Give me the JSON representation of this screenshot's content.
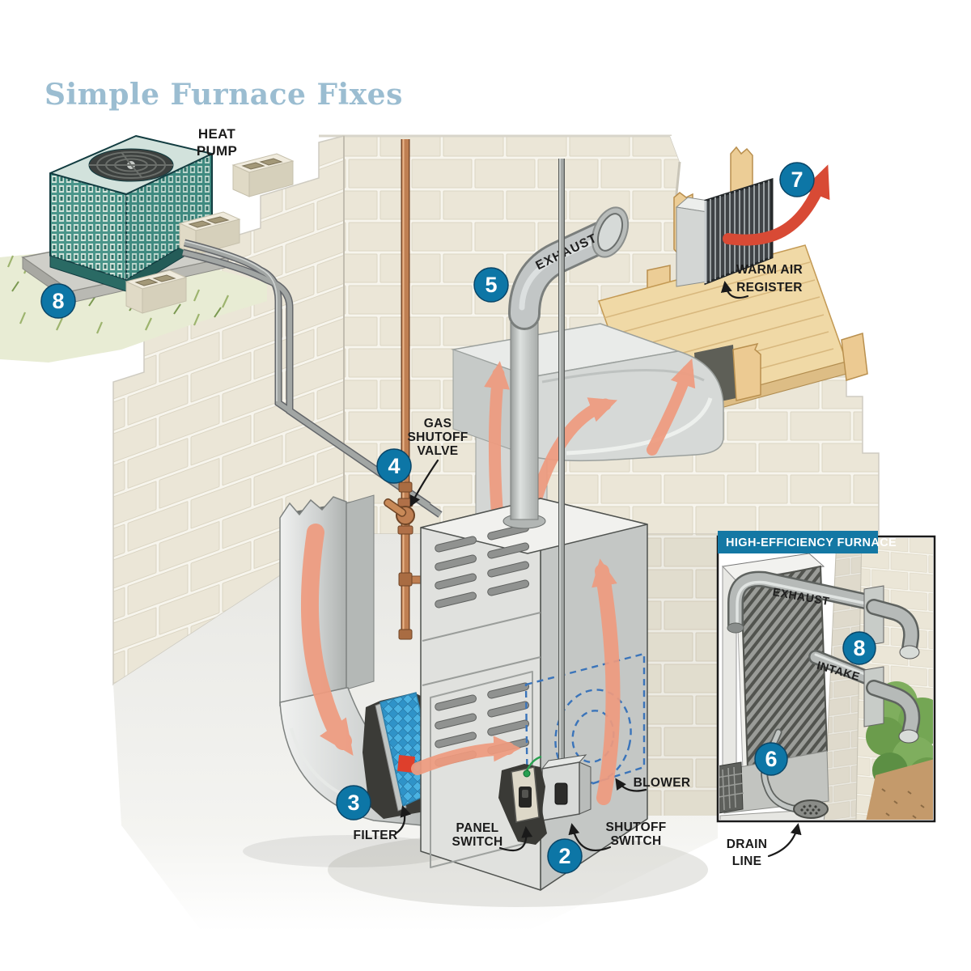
{
  "title": "Simple Furnace Fixes",
  "labels": {
    "heat_pump": [
      "HEAT",
      "PUMP"
    ],
    "gas_shutoff_valve": [
      "GAS",
      "SHUTOFF",
      "VALVE"
    ],
    "exhaust_pipe": "EXHAUST",
    "warm_air_register": [
      "WARM AIR",
      "REGISTER"
    ],
    "filter": "FILTER",
    "panel_switch": [
      "PANEL",
      "SWITCH"
    ],
    "shutoff_switch": [
      "SHUTOFF",
      "SWITCH"
    ],
    "blower": "BLOWER",
    "drain_line": [
      "DRAIN",
      "LINE"
    ]
  },
  "callouts": {
    "shutoff_switch": "2",
    "filter": "3",
    "gas_shutoff_valve": "4",
    "exhaust_flue": "5",
    "drain_line": "6",
    "warm_air_register": "7",
    "heat_pump": "8",
    "high_efficiency_pipes": "8"
  },
  "inset": {
    "title": "HIGH-EFFICIENCY FURNACE",
    "exhaust_label": "EXHAUST",
    "intake_label": "INTAKE"
  },
  "colors": {
    "callout_blue": "#0d76a6",
    "banner_blue": "#1478a4",
    "title_blue": "#9bbdd1",
    "air_arrow_salmon": "#ef9b7f",
    "hot_air_red": "#d84a35",
    "filter_blue": "#49b4e4",
    "copper_pipe": "#c08050",
    "heat_pump_teal": "#4a958a",
    "wall_block": "#ebe6d7",
    "wood_floor": "#f0d9a6"
  }
}
